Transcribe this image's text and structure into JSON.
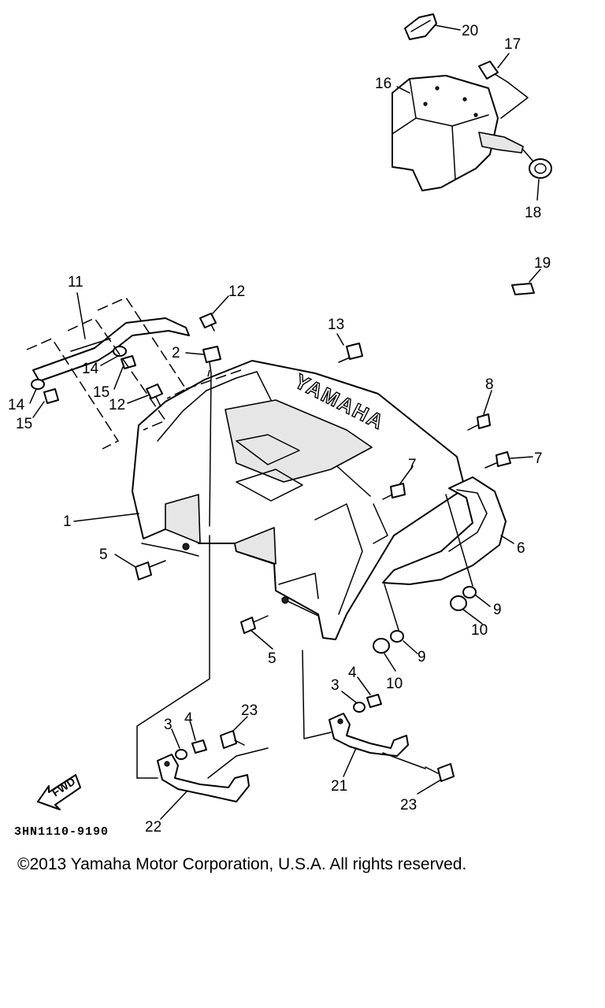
{
  "diagram": {
    "code": "3HN1110-9190",
    "fwd_label": "FWD",
    "brand_text": "YAMAHA",
    "callouts": [
      "20",
      "17",
      "16",
      "18",
      "19",
      "11",
      "12",
      "13",
      "2",
      "14",
      "15",
      "14",
      "15",
      "12",
      "8",
      "7",
      "7",
      "1",
      "6",
      "5",
      "9",
      "10",
      "9",
      "10",
      "5",
      "3",
      "4",
      "3",
      "4",
      "23",
      "21",
      "22",
      "23"
    ]
  },
  "footer": {
    "copyright": "©2013 Yamaha Motor Corporation, U.S.A. All rights reserved."
  },
  "colors": {
    "line": "#000000",
    "background": "#ffffff"
  }
}
